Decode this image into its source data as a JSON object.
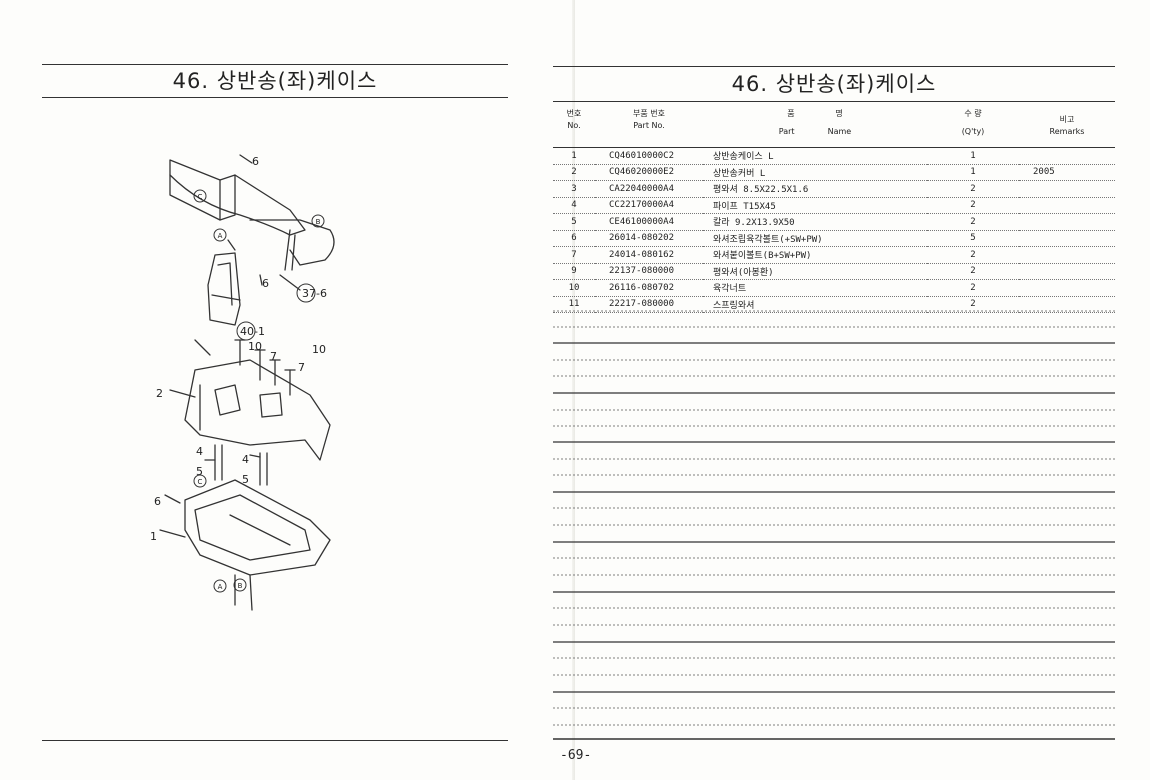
{
  "left": {
    "title": "46. 상반송(좌)케이스",
    "callouts": [
      "6",
      "6",
      "37-6",
      "40-1",
      "10",
      "7",
      "10",
      "7",
      "2",
      "4",
      "5",
      "4",
      "5",
      "6",
      "1"
    ],
    "circled_letters": [
      "C",
      "B",
      "A",
      "C",
      "A",
      "B"
    ]
  },
  "right": {
    "title": "46. 상반송(좌)케이스",
    "headers": {
      "no_ko": "번호",
      "no_en": "No.",
      "part_no_ko": "부품 번호",
      "part_no_en": "Part  No.",
      "name_ko_1": "품",
      "name_ko_2": "명",
      "name_en_1": "Part",
      "name_en_2": "Name",
      "qty_ko": "수  량",
      "qty_en": "(Q'ty)",
      "remarks_ko": "비고",
      "remarks_en": "Remarks"
    },
    "rows": [
      {
        "no": "1",
        "part_no": "CQ46010000C2",
        "name": "상반송케이스 L",
        "qty": "1",
        "remarks": ""
      },
      {
        "no": "2",
        "part_no": "CQ46020000E2",
        "name": "상반송커버 L",
        "qty": "1",
        "remarks": "2005"
      },
      {
        "no": "3",
        "part_no": "CA22040000A4",
        "name": "평와셔 8.5X22.5X1.6",
        "qty": "2",
        "remarks": ""
      },
      {
        "no": "4",
        "part_no": "CC22170000A4",
        "name": "파이프 T15X45",
        "qty": "2",
        "remarks": ""
      },
      {
        "no": "5",
        "part_no": "CE46100000A4",
        "name": "칼라 9.2X13.9X50",
        "qty": "2",
        "remarks": ""
      },
      {
        "no": "6",
        "part_no": "26014-080202",
        "name": "와셔조립육각볼트(+SW+PW)",
        "qty": "5",
        "remarks": ""
      },
      {
        "no": "7",
        "part_no": "24014-080162",
        "name": "와셔붙이볼트(B+SW+PW)",
        "qty": "2",
        "remarks": ""
      },
      {
        "no": "9",
        "part_no": "22137-080000",
        "name": "평와셔(아봉환)",
        "qty": "2",
        "remarks": ""
      },
      {
        "no": "10",
        "part_no": "26116-080702",
        "name": "육각너트",
        "qty": "2",
        "remarks": ""
      },
      {
        "no": "11",
        "part_no": "22217-080000",
        "name": "스프링와셔",
        "qty": "2",
        "remarks": ""
      }
    ],
    "page_number": "-69-"
  }
}
